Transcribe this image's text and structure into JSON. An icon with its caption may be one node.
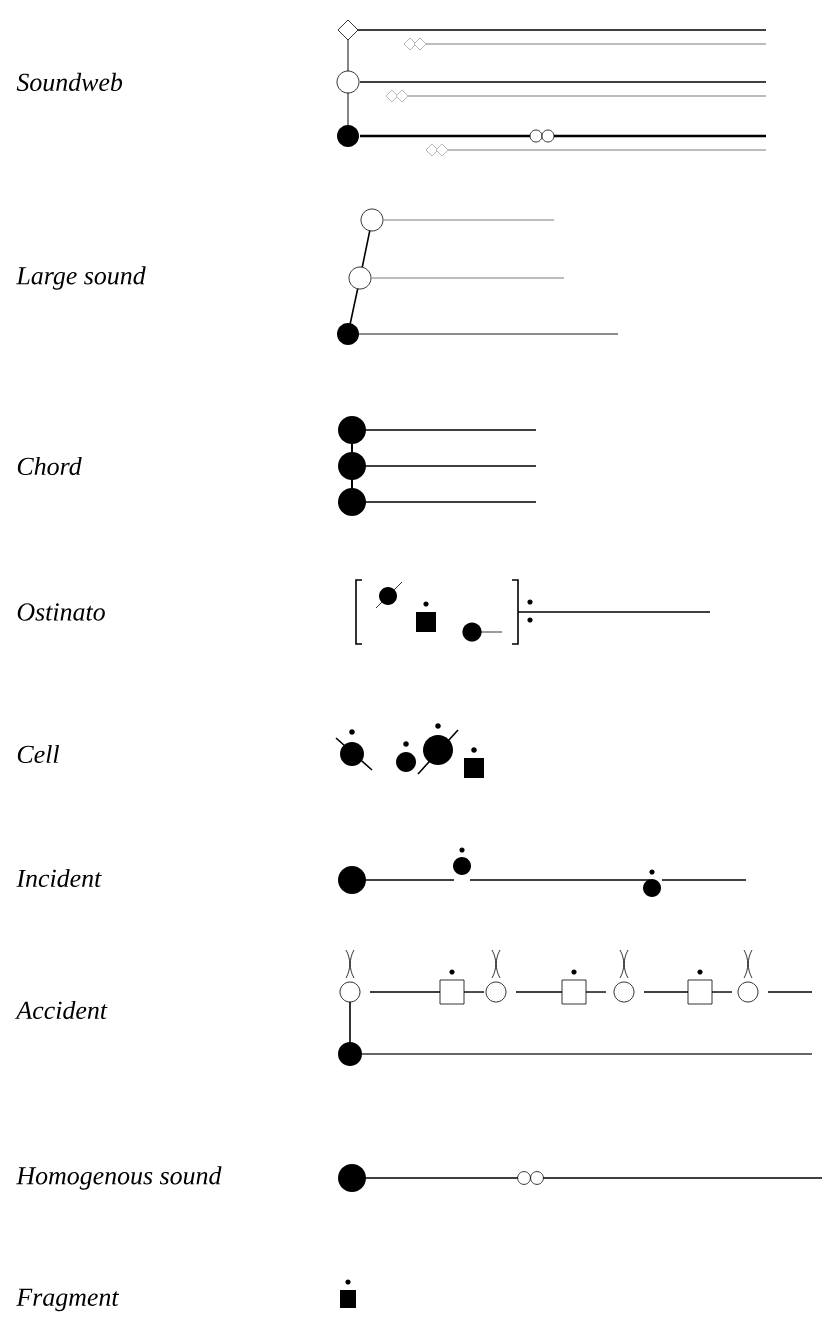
{
  "diagram": {
    "labels": [
      "Soundweb",
      "Large sound",
      "Chord",
      "Ostinato",
      "Cell",
      "Incident",
      "Accident",
      "Homogenous sound",
      "Fragment"
    ]
  }
}
